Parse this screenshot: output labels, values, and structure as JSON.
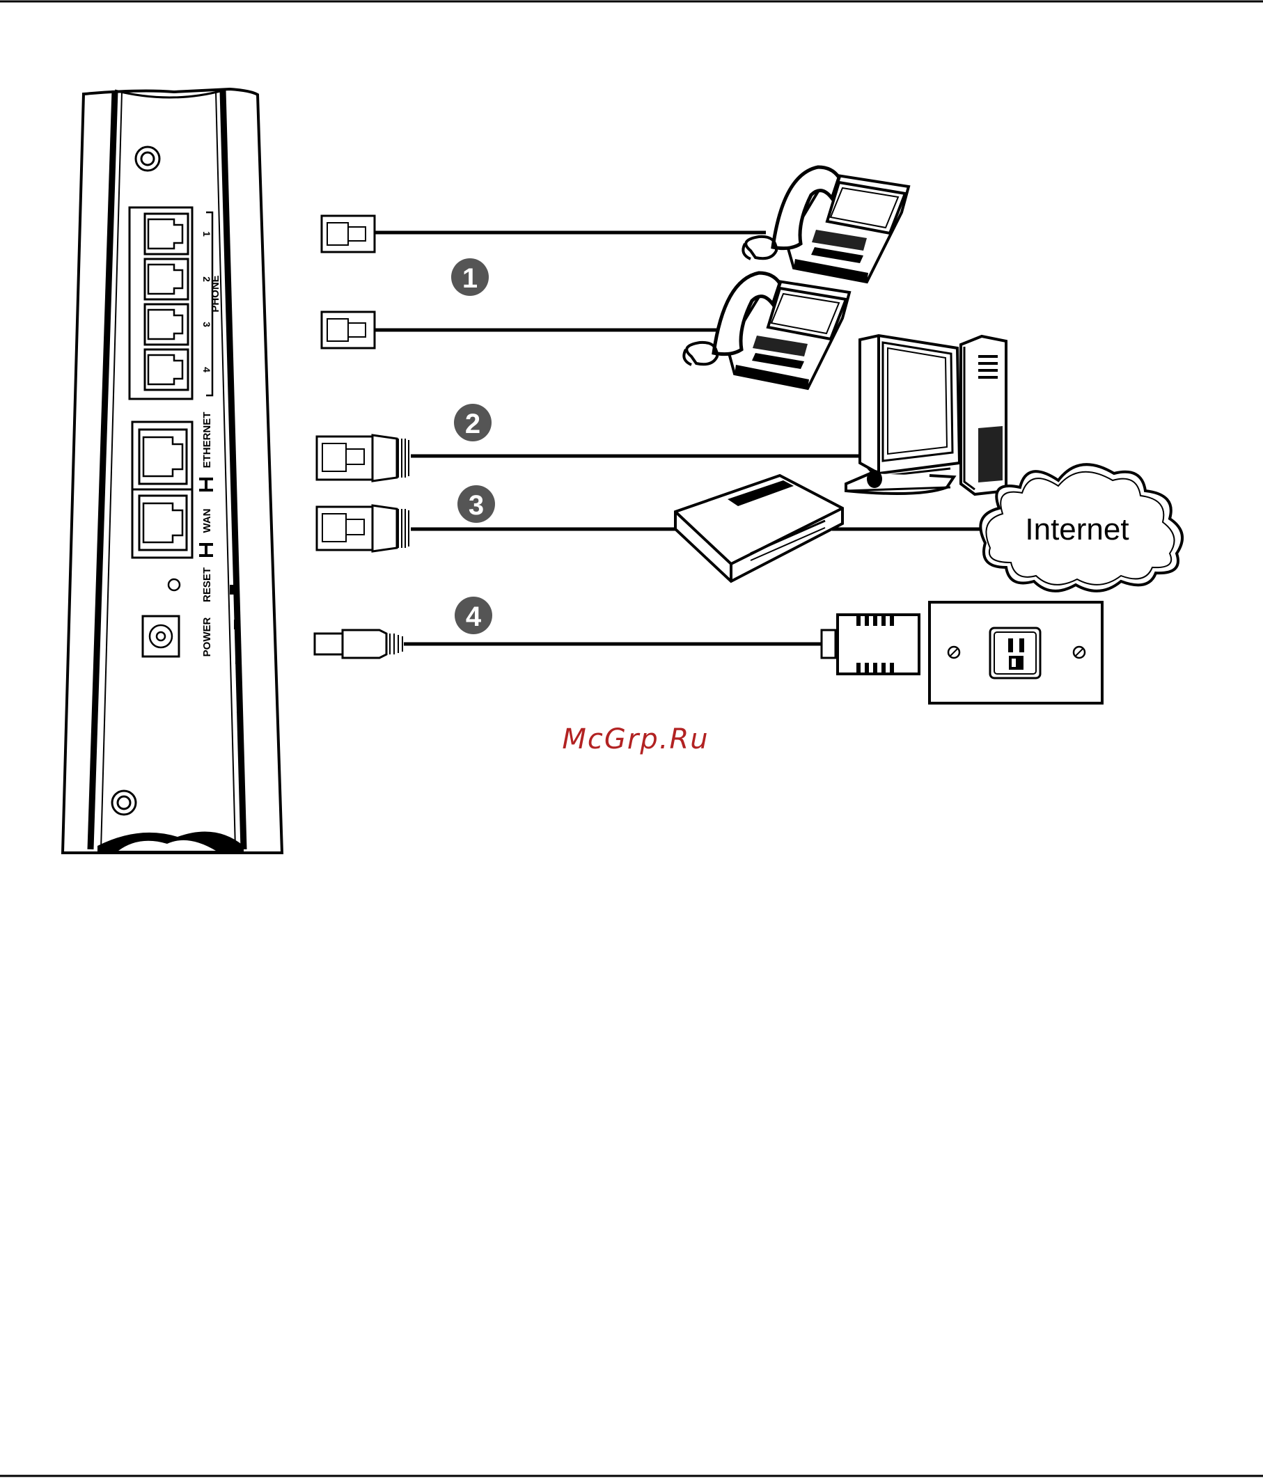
{
  "device": {
    "port_labels": {
      "phone": "PHONE",
      "ethernet": "ETHERNET",
      "wan": "WAN",
      "reset": "RESET",
      "power": "POWER"
    },
    "phone_ports": [
      "1",
      "2",
      "3",
      "4"
    ]
  },
  "steps": [
    "1",
    "2",
    "3",
    "4"
  ],
  "cloud_label": "Internet",
  "watermark": "McGrp.Ru",
  "colors": {
    "line": "#000000",
    "step_badge": "#555555",
    "watermark": "#b22222"
  }
}
